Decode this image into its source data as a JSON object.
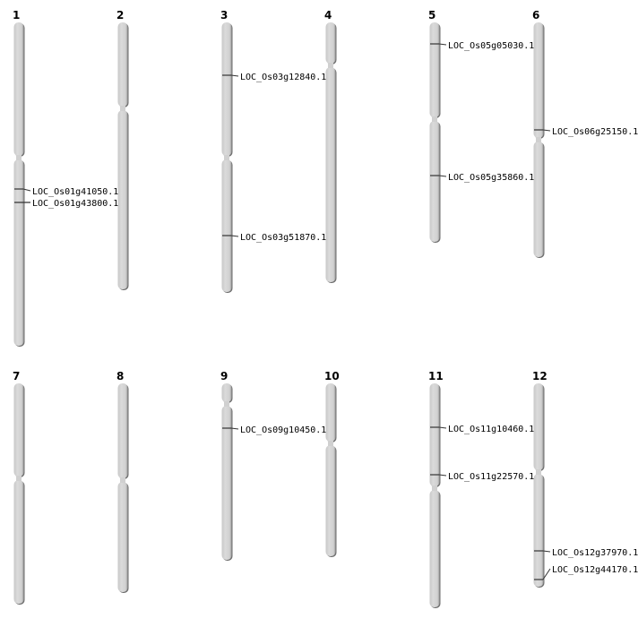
{
  "chromosomes": [
    {
      "label": "1",
      "genes": [
        "LOC_Os01g41050.1",
        "LOC_Os01g43800.1"
      ]
    },
    {
      "label": "2",
      "genes": []
    },
    {
      "label": "3",
      "genes": [
        "LOC_Os03g12840.1",
        "LOC_Os03g51870.1"
      ]
    },
    {
      "label": "4",
      "genes": []
    },
    {
      "label": "5",
      "genes": [
        "LOC_Os05g05030.1",
        "LOC_Os05g35860.1"
      ]
    },
    {
      "label": "6",
      "genes": [
        "LOC_Os06g25150.1"
      ]
    },
    {
      "label": "7",
      "genes": []
    },
    {
      "label": "8",
      "genes": []
    },
    {
      "label": "9",
      "genes": [
        "LOC_Os09g10450.1"
      ]
    },
    {
      "label": "10",
      "genes": []
    },
    {
      "label": "11",
      "genes": [
        "LOC_Os11g10460.1",
        "LOC_Os11g22570.1"
      ]
    },
    {
      "label": "12",
      "genes": [
        "LOC_Os12g37970.1",
        "LOC_Os12g44170.1"
      ]
    }
  ],
  "colors": {
    "chromosome_fill": "#d4d4d4",
    "chromosome_shadow": "#6e6e6e",
    "marker": "#333333"
  }
}
